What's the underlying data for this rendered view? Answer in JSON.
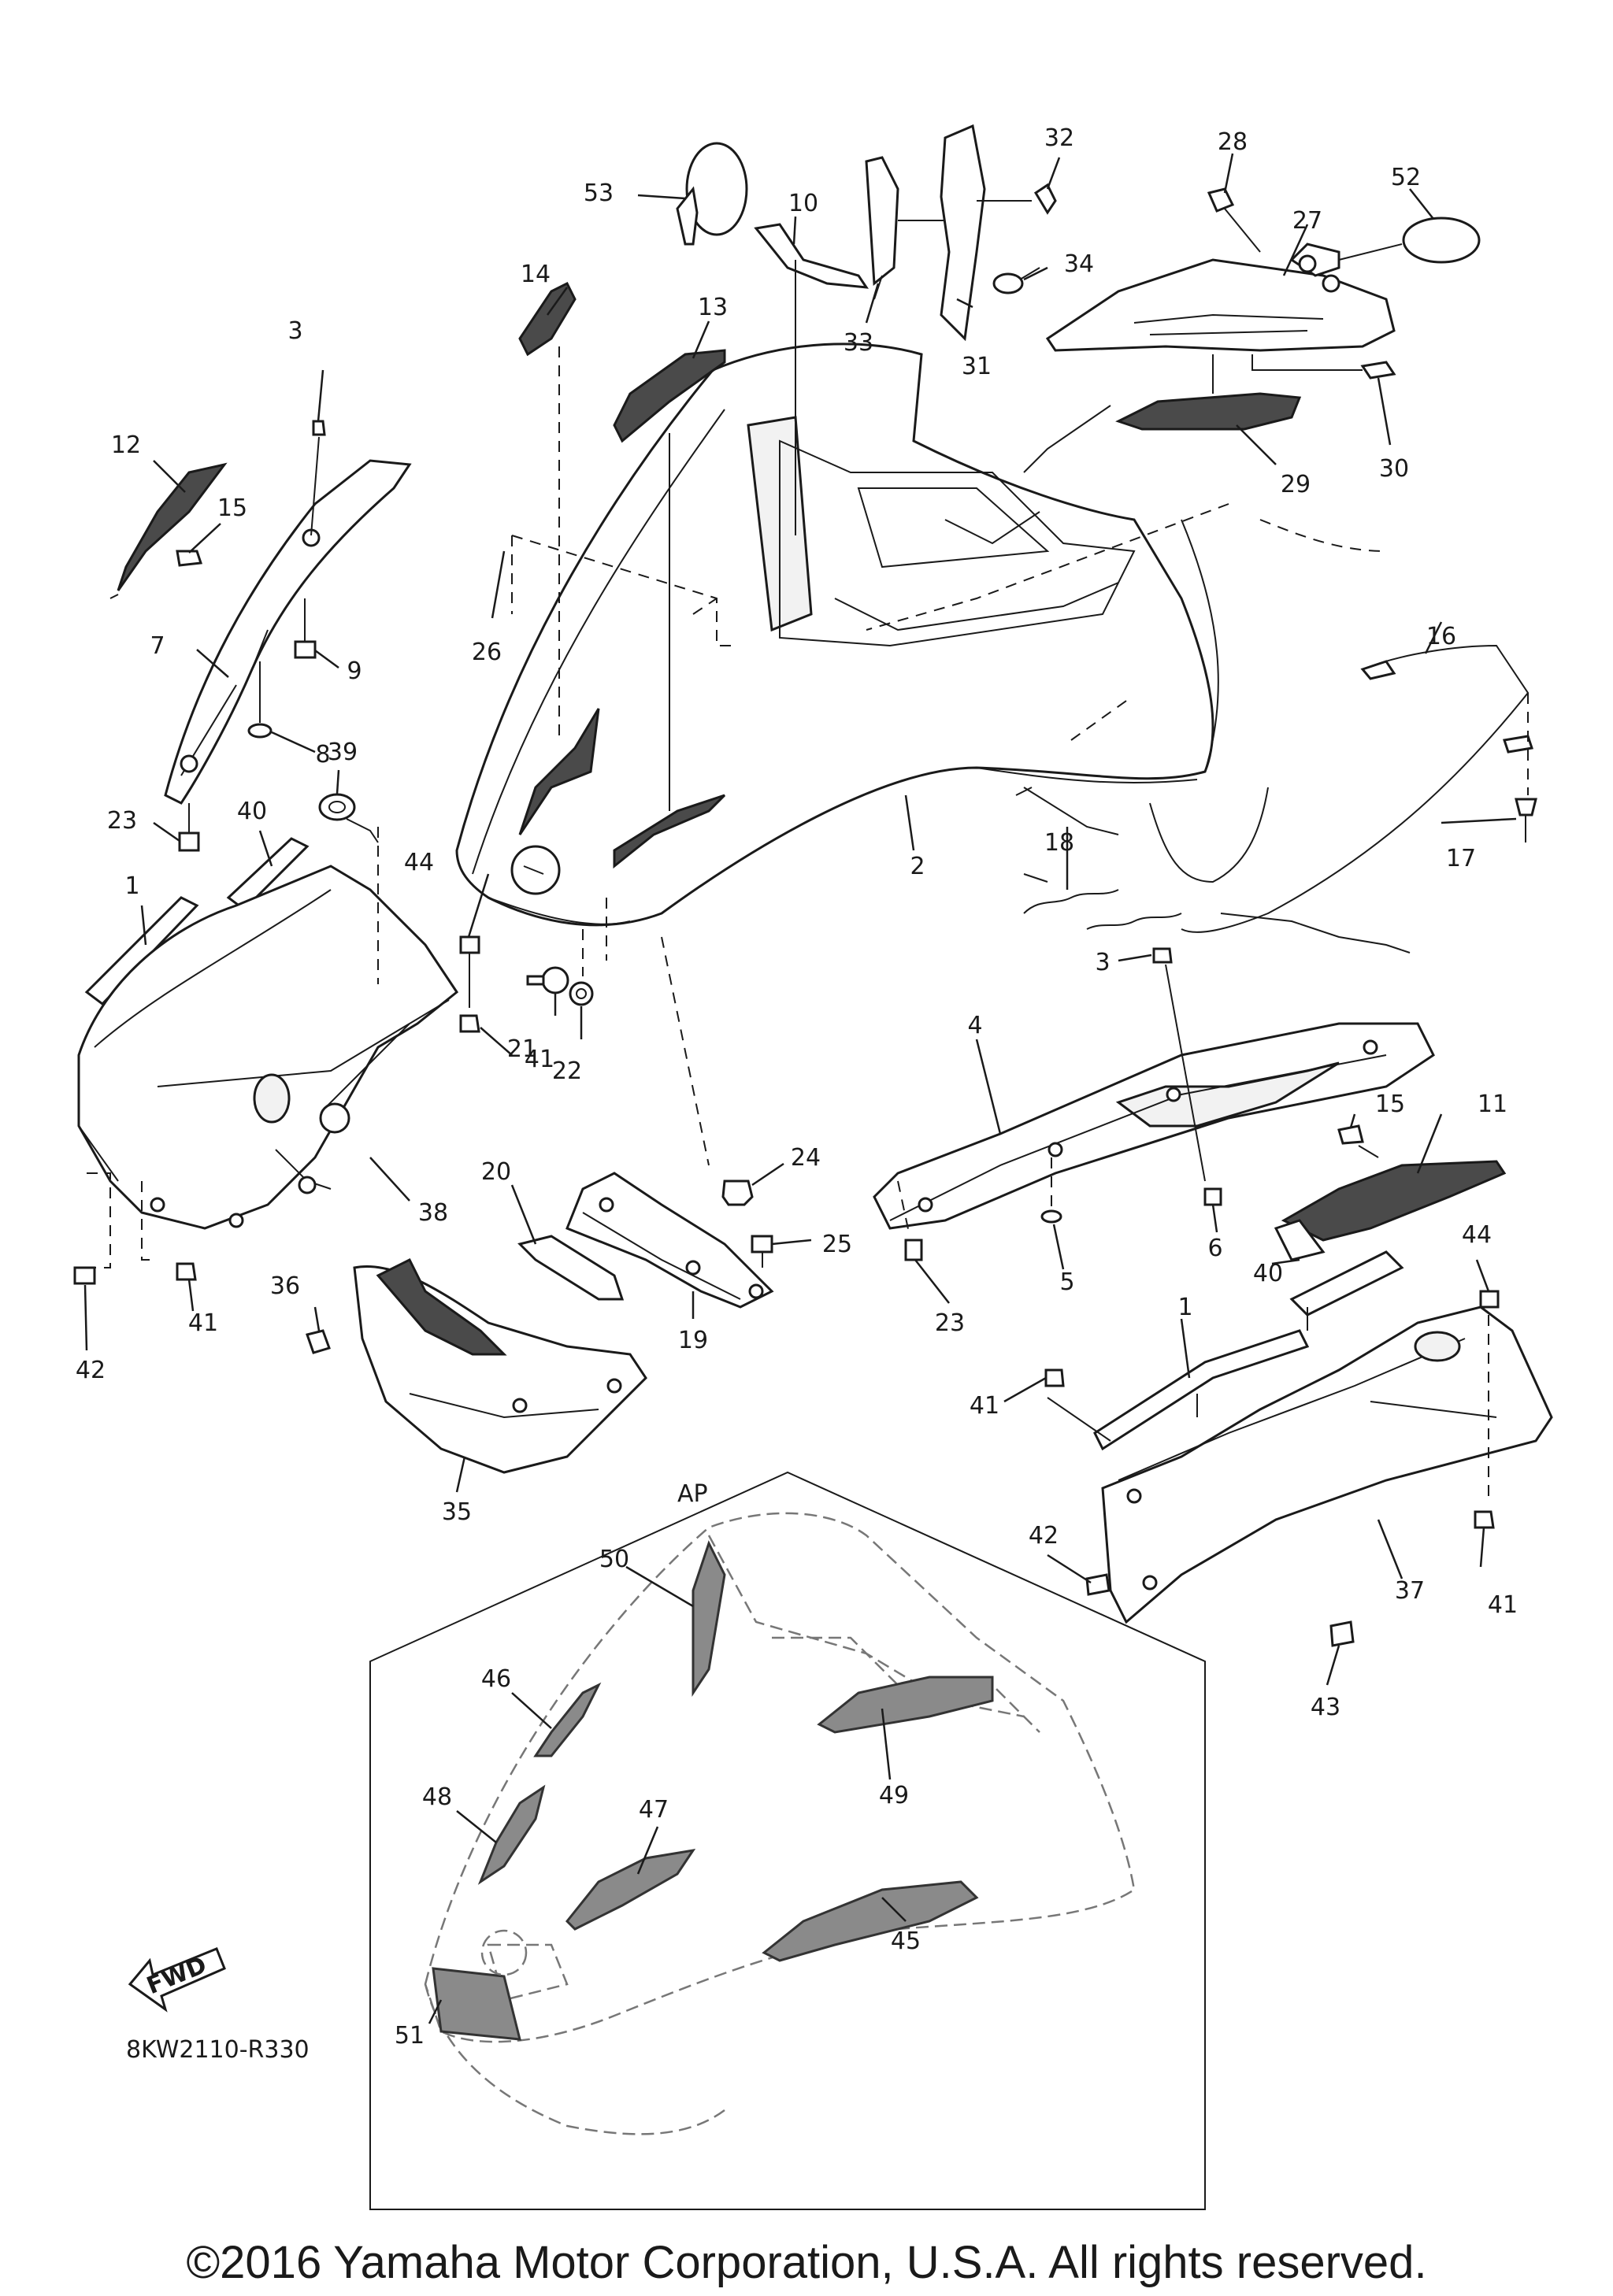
{
  "diagram": {
    "code": "8KW2110-R330",
    "inset_label": "AP",
    "fwd_label": "FWD",
    "copyright": "©2016 Yamaha Motor Corporation, U.S.A. All rights reserved.",
    "part_numbers": [
      "1",
      "2",
      "3",
      "4",
      "5",
      "6",
      "7",
      "8",
      "9",
      "10",
      "11",
      "12",
      "13",
      "14",
      "15",
      "16",
      "17",
      "18",
      "19",
      "20",
      "21",
      "22",
      "23",
      "24",
      "25",
      "26",
      "27",
      "28",
      "29",
      "30",
      "31",
      "32",
      "33",
      "34",
      "35",
      "36",
      "37",
      "38",
      "39",
      "40",
      "41",
      "42",
      "43",
      "44",
      "45",
      "46",
      "47",
      "48",
      "49",
      "50",
      "51",
      "52",
      "53"
    ]
  }
}
